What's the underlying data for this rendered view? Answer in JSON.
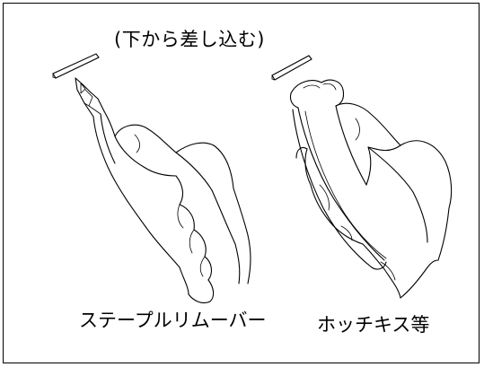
{
  "note": {
    "text": "(下から差し込む)"
  },
  "captions": {
    "left": "ステープルリムーバー",
    "right": "ホッチキス等"
  },
  "colors": {
    "ink": "#000000",
    "paper": "#ffffff"
  },
  "icons": {
    "left_illustration": "staple-remover-in-hand",
    "right_illustration": "stapler-in-hand",
    "staple": "staple-bar"
  }
}
